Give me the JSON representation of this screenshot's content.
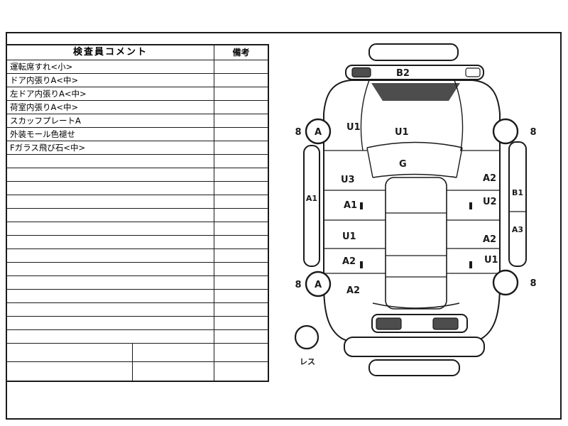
{
  "table": {
    "header_comment": "検査員コメント",
    "header_remarks": "備考",
    "comments": [
      "運転席すれ<小>",
      "ドア内張りA<中>",
      "左ドア内張りA<中>",
      "荷室内張りA<中>",
      "スカッフプレートA",
      "外装モール色褪せ",
      "Fガラス飛び石<中>"
    ]
  },
  "diagram": {
    "labels": {
      "front_bumper": "B2",
      "front_left_fender": "U1",
      "hood": "U1",
      "roof_glass": "G",
      "front_left_wheel": "A",
      "rear_left_wheel": "A",
      "num_front_left": "8",
      "num_front_right": "8",
      "num_rear_left": "8",
      "num_rear_right": "8",
      "left_rail": "A1",
      "left_zone_1": "U3",
      "left_zone_2": "A1",
      "left_zone_3": "U1",
      "left_zone_4": "A2",
      "left_zone_5": "A2",
      "right_zone_1": "A2",
      "right_zone_2": "U2",
      "right_zone_3": "A2",
      "right_zone_4": "U1",
      "right_rail_top": "B1",
      "right_rail_bottom": "A3",
      "spare": "レス"
    },
    "colors": {
      "line": "#1a1a1a",
      "shade": "#4d4d4d"
    }
  }
}
